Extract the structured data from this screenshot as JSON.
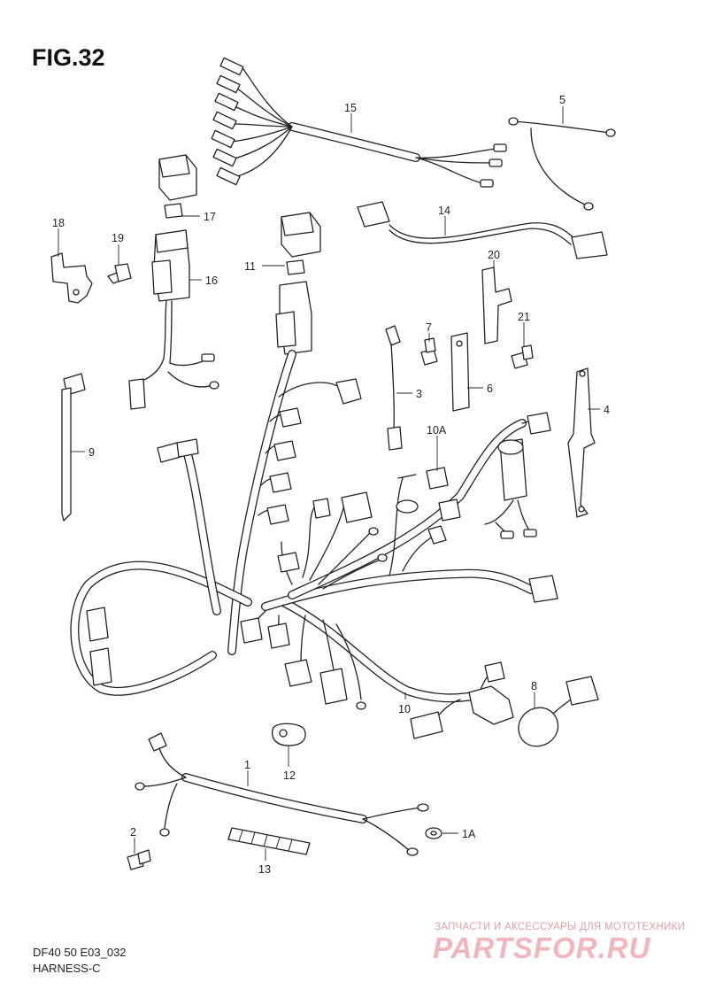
{
  "figure": {
    "title": "FIG.32",
    "model": "DF40 50 E03_032",
    "name": "HARNESS-C"
  },
  "callouts": [
    {
      "id": "c15",
      "text": "15"
    },
    {
      "id": "c5",
      "text": "5"
    },
    {
      "id": "c17",
      "text": "17"
    },
    {
      "id": "c18",
      "text": "18"
    },
    {
      "id": "c19",
      "text": "19"
    },
    {
      "id": "c16",
      "text": "16"
    },
    {
      "id": "c14",
      "text": "14"
    },
    {
      "id": "c11",
      "text": "11"
    },
    {
      "id": "c20",
      "text": "20"
    },
    {
      "id": "c7",
      "text": "7"
    },
    {
      "id": "c21",
      "text": "21"
    },
    {
      "id": "c3",
      "text": "3"
    },
    {
      "id": "c6",
      "text": "6"
    },
    {
      "id": "c4",
      "text": "4"
    },
    {
      "id": "c9",
      "text": "9"
    },
    {
      "id": "c10A",
      "text": "10A"
    },
    {
      "id": "c8",
      "text": "8"
    },
    {
      "id": "c10",
      "text": "10"
    },
    {
      "id": "c12",
      "text": "12"
    },
    {
      "id": "c1",
      "text": "1"
    },
    {
      "id": "c2",
      "text": "2"
    },
    {
      "id": "c1A",
      "text": "1A"
    },
    {
      "id": "c13",
      "text": "13"
    }
  ],
  "watermark": {
    "tagline": "ЗАПЧАСТИ И АКСЕССУАРЫ ДЛЯ МОТОТЕХНИКИ",
    "brand": "PARTSFOR.RU"
  }
}
